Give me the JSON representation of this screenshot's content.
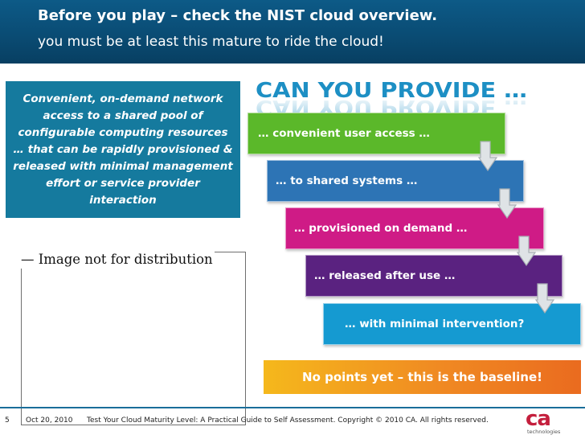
{
  "header": {
    "title": "Before you play – check the NIST cloud overview.",
    "subtitle": "you must be at least this mature to ride the cloud!"
  },
  "definition": "Convenient, on-demand network access to a shared pool of configurable computing resources … that can be rapidly provisioned & released with minimal management effort or service provider interaction",
  "banner": "CAN YOU PROVIDE …",
  "steps": [
    "… convenient user access …",
    "… to shared systems …",
    "… provisioned on demand …",
    "… released after use …",
    "… with minimal intervention?"
  ],
  "image_note": "— Image not for distribution",
  "baseline": "No points yet – this is the baseline!",
  "footer": {
    "slide_number": "5",
    "date": "Oct 20, 2010",
    "note": "Test Your Cloud Maturity Level: A Practical Guide to Self Assessment. Copyright © 2010 CA. All rights reserved."
  },
  "logo": {
    "mark": "ca",
    "word": "technologies"
  },
  "colors": {
    "header": "#0a4c74",
    "definition": "#157a9e",
    "banner": "#1d8fc4",
    "step_1": "#5bb82a",
    "step_2": "#2d74b5",
    "step_3": "#cf1b86",
    "step_4": "#5a2280",
    "step_5": "#159ad1",
    "baseline": "#f08a22",
    "logo": "#c41f3d"
  }
}
